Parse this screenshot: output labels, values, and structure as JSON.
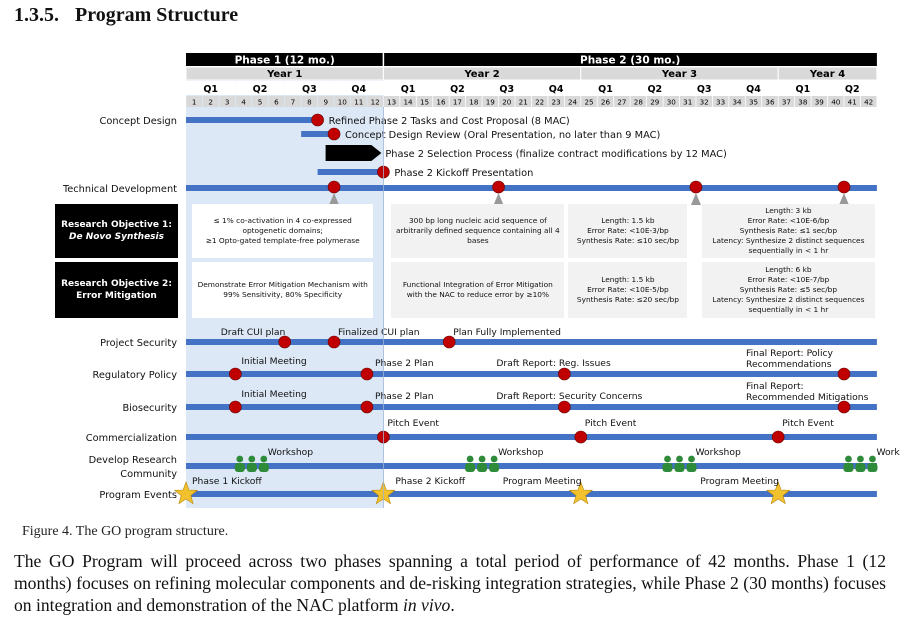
{
  "section": {
    "number": "1.3.5.",
    "title": "Program Structure"
  },
  "timeline": {
    "phases": [
      {
        "label": "Phase 1 (12 mo.)",
        "start": 1,
        "end": 12
      },
      {
        "label": "Phase 2 (30 mo.)",
        "start": 13,
        "end": 42
      }
    ],
    "years": [
      {
        "label": "Year 1",
        "start": 1,
        "end": 12
      },
      {
        "label": "Year 2",
        "start": 13,
        "end": 24
      },
      {
        "label": "Year 3",
        "start": 25,
        "end": 36
      },
      {
        "label": "Year 4",
        "start": 37,
        "end": 42
      }
    ],
    "quarters": [
      "Q1",
      "Q2",
      "Q3",
      "Q4",
      "Q1",
      "Q2",
      "Q3",
      "Q4",
      "Q1",
      "Q2",
      "Q3",
      "Q4",
      "Q1",
      "Q2"
    ],
    "months": [
      "1",
      "2",
      "3",
      "4",
      "5",
      "6",
      "7",
      "8",
      "9",
      "10",
      "11",
      "12",
      "13",
      "14",
      "15",
      "16",
      "17",
      "18",
      "19",
      "20",
      "21",
      "22",
      "23",
      "24",
      "25",
      "26",
      "27",
      "28",
      "29",
      "30",
      "31",
      "32",
      "33",
      "34",
      "35",
      "36",
      "37",
      "38",
      "39",
      "40",
      "41",
      "42"
    ]
  },
  "concept_design": {
    "label": "Concept Design",
    "items": [
      {
        "text": "Refined Phase 2 Tasks and Cost Proposal (8 MAC)",
        "start": 1,
        "end": 8,
        "marker": "circle"
      },
      {
        "text": "Concept Design Review (Oral Presentation, no later than 9 MAC)",
        "start": 8,
        "end": 9,
        "marker": "circle"
      },
      {
        "text": "Phase 2 Selection Process (finalize contract modifications by 12 MAC)",
        "start": 9,
        "end": 12,
        "marker": "arrow"
      },
      {
        "text": "Phase 2 Kickoff Presentation",
        "start": 9,
        "end": 12,
        "marker": "circle"
      }
    ]
  },
  "technical_development": {
    "label": "Technical Development",
    "milestones": [
      9,
      19,
      31,
      40
    ]
  },
  "research_objectives": [
    {
      "label1": "Research Objective 1:",
      "label2": "De Novo Synthesis",
      "cells": [
        "≤ 1% co-activation in 4 co-expressed optogenetic domains;\n≥1 Opto-gated template-free polymerase",
        "300 bp long nucleic acid sequence of arbitrarily defined sequence containing all 4 bases",
        "Length: 1.5 kb\nError Rate: <10E-3/bp\nSynthesis Rate: ≤10 sec/bp",
        "Length: 3 kb\nError Rate: <10E-6/bp\nSynthesis Rate: ≤1 sec/bp\nLatency: Synthesize 2 distinct sequences sequentially in < 1 hr"
      ]
    },
    {
      "label1": "Research Objective 2:",
      "label2": "Error Mitigation",
      "cells": [
        "Demonstrate Error Mitigation Mechanism with 99% Sensitivity, 80% Specificity",
        "Functional Integration of Error Mitigation with the NAC to reduce error by ≥10%",
        "Length: 1.5 kb\nError Rate: <10E-5/bp\nSynthesis Rate: ≤20 sec/bp",
        "Length: 6 kb\nError Rate: <10E-7/bp\nSynthesis Rate: ≤5 sec/bp\nLatency: Synthesize 2 distinct sequences sequentially in < 1 hr"
      ]
    }
  ],
  "tracks": [
    {
      "label": "Project Security",
      "milestones": [
        {
          "month": 6,
          "text": "Draft CUI plan"
        },
        {
          "month": 9,
          "text": "Finalized CUI plan"
        },
        {
          "month": 16,
          "text": "Plan Fully Implemented"
        }
      ]
    },
    {
      "label": "Regulatory Policy",
      "milestones": [
        {
          "month": 3,
          "text": "Initial Meeting"
        },
        {
          "month": 11,
          "text": "Phase 2 Plan"
        },
        {
          "month": 23,
          "text": "Draft Report: Reg. Issues"
        },
        {
          "month": 40,
          "text": "Final Report: Policy Recommendations"
        }
      ]
    },
    {
      "label": "Biosecurity",
      "milestones": [
        {
          "month": 3,
          "text": "Initial Meeting"
        },
        {
          "month": 11,
          "text": "Phase 2 Plan"
        },
        {
          "month": 23,
          "text": "Draft Report: Security Concerns"
        },
        {
          "month": 40,
          "text": "Final Report: Recommended Mitigations"
        }
      ]
    },
    {
      "label": "Commercialization",
      "milestones": [
        {
          "month": 12,
          "text": "Pitch Event"
        },
        {
          "month": 24,
          "text": "Pitch Event"
        },
        {
          "month": 36,
          "text": "Pitch Event"
        }
      ]
    },
    {
      "label": "Develop Research Community",
      "milestones": [
        {
          "month": 4,
          "text": "Workshop"
        },
        {
          "month": 18,
          "text": "Workshop"
        },
        {
          "month": 30,
          "text": "Workshop"
        },
        {
          "month": 41,
          "text": "Workshop"
        }
      ]
    },
    {
      "label": "Program Events",
      "milestones": [
        {
          "month": 0,
          "text": "Phase 1 Kickoff"
        },
        {
          "month": 12,
          "text": "Phase 2 Kickoff"
        },
        {
          "month": 24,
          "text": "Program Meeting"
        },
        {
          "month": 36,
          "text": "Program Meeting"
        }
      ]
    }
  ],
  "colors": {
    "bar": "#4472c4",
    "milestone": "#c00000",
    "star": "#f2c12e",
    "workshop": "#2e8b3a",
    "phase1_shade": "#dce8f6"
  },
  "figure_caption": "Figure 4. The GO program structure.",
  "paragraph": {
    "part1": "The GO Program will proceed across two phases spanning a total period of performance of 42 months. Phase 1 (12 months) focuses on refining molecular components and de-risking integration strategies, while Phase 2 (30 months) focuses on integration and demonstration of the NAC platform ",
    "emphasis": "in vivo",
    "part2": "."
  }
}
